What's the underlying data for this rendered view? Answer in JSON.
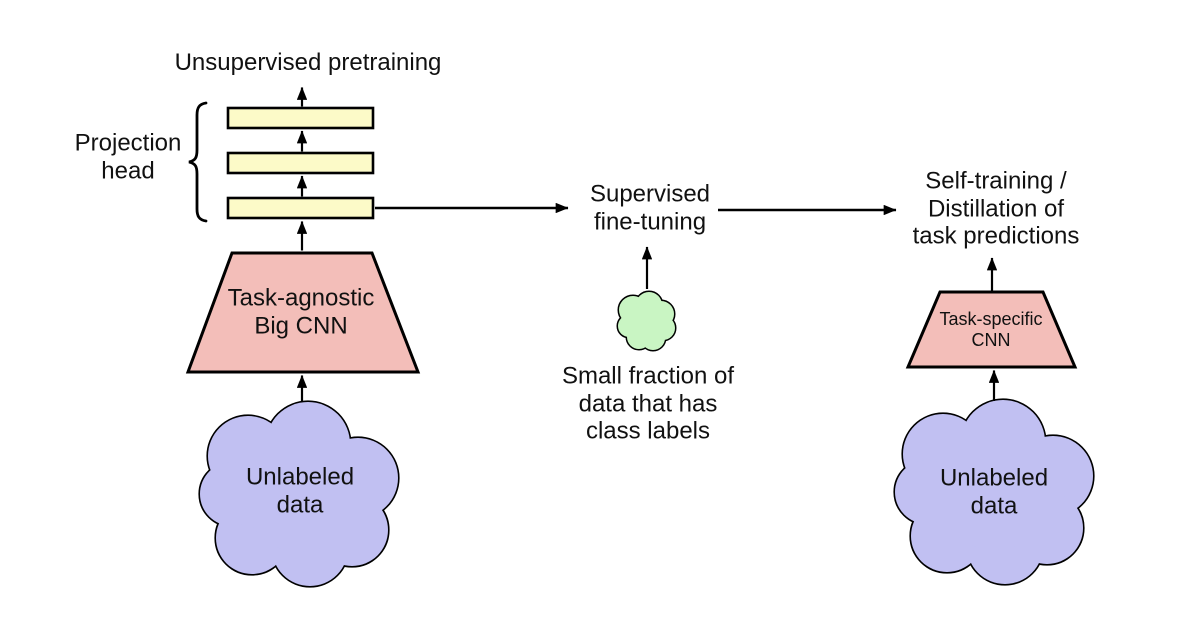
{
  "diagram": {
    "background": "#ffffff",
    "colors": {
      "projection_layer_fill": "#FCFAC8",
      "encoder_fill": "#F3BEB9",
      "unlabeled_cloud_fill": "#C1C0F2",
      "labeled_cloud_fill": "#C9F5C3",
      "outline": "#000000",
      "text": "#111111"
    },
    "stage_pretraining": {
      "title": "Unsupervised pretraining",
      "projection_head_label": "Projection\nhead",
      "projection_layer_count": 3,
      "encoder_label": "Task-agnostic\nBig CNN",
      "data_label": "Unlabeled\ndata"
    },
    "stage_finetuning": {
      "title": "Supervised\nfine-tuning",
      "data_label": "Small fraction of\ndata that has\nclass labels"
    },
    "stage_distillation": {
      "title": "Self-training /\nDistillation of\ntask predictions",
      "encoder_label": "Task-specific\nCNN",
      "data_label": "Unlabeled\ndata"
    }
  }
}
